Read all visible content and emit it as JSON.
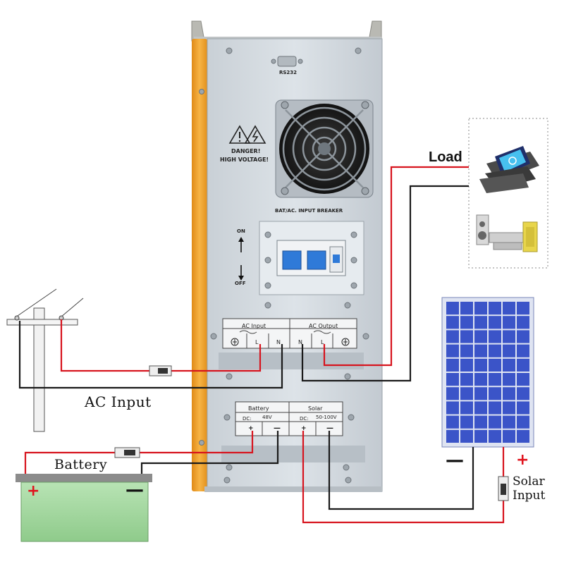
{
  "labels": {
    "ac_input": "AC Input",
    "battery": "Battery",
    "load": "Load",
    "solar_input_line1": "Solar",
    "solar_input_line2": "Input",
    "plus": "+",
    "minus": "—"
  },
  "inverter": {
    "rs232": "RS232",
    "danger_line1": "DANGER!",
    "danger_line2": "HIGH VOLTAGE!",
    "breaker_title": "BAT/AC. INPUT BREAKER",
    "on": "ON",
    "off": "OFF",
    "ac_input_box": "AC Input",
    "ac_output_box": "AC Output",
    "term_L": "L",
    "term_N": "N",
    "battery_box": "Battery",
    "solar_box": "Solar",
    "dc": "DC:",
    "battery_voltage": "48V",
    "solar_voltage": "50-100V"
  },
  "colors": {
    "wire_red": "#d7141e",
    "wire_black": "#1a1a1a",
    "inverter_panel": "#d3dae0",
    "orange_strip": "#f0a02a",
    "battery_body": "#a9d9a6",
    "solar_cell": "#3b54c8",
    "breaker_blue": "#2f7ad8"
  },
  "icons": {
    "fan": "fan-grille-icon",
    "warning": "warning-triangle-icon",
    "electric": "high-voltage-icon",
    "computer": "computer-monitor-icon",
    "stereo": "stereo-system-icon"
  }
}
